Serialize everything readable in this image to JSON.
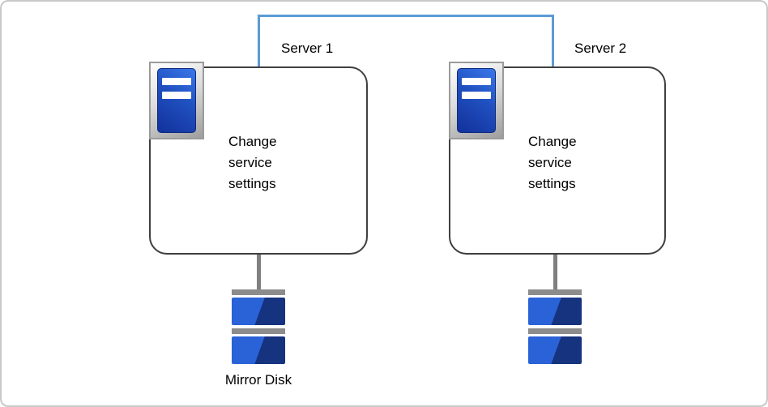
{
  "diagram": {
    "nodes": [
      {
        "title": "Server 1",
        "body": "Change service settings",
        "disk_label": "Mirror Disk"
      },
      {
        "title": "Server 2",
        "body": "Change service settings",
        "disk_label": ""
      }
    ],
    "icons": [
      "server-icon",
      "mirror-disk-icon"
    ],
    "colors": {
      "connector_blue": "#5B9BD5",
      "box_border": "#3F3F3F",
      "server_tower_blue": "#2050C0",
      "disk_blue_light": "#2A62D8",
      "disk_blue_dark": "#16337F",
      "gray": "#8C8C8C",
      "canvas_border": "#C9C9C9"
    }
  }
}
